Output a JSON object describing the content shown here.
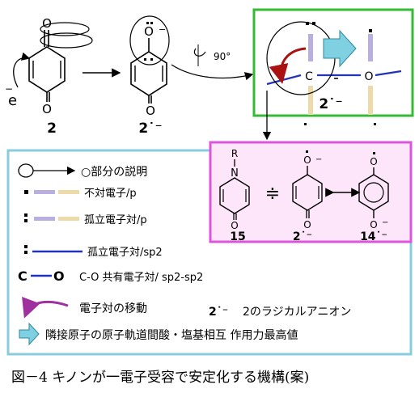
{
  "top": {
    "mol1_label": "2",
    "mol2_label": "2˙⁻",
    "mol3_label": "2˙⁻",
    "electron": "e",
    "electron_sign": "−",
    "rotation": "90°",
    "atom_O": "O",
    "atom_C": "C",
    "minus": "−"
  },
  "right": {
    "mol15_label": "15",
    "mol2_label": "2˙⁻",
    "mol14_label": "14˙⁻",
    "atom_R": "R",
    "atom_N": "N",
    "atom_O": "O",
    "approx": "≑"
  },
  "legend": {
    "circle_desc": "○部分の説明",
    "unpaired": "不対電子/p",
    "lone_pair_p": "孤立電子対/p",
    "lone_pair_sp2": "孤立電子対/sp2",
    "co_symbol_c": "C",
    "co_symbol_o": "O",
    "co_bond": "C-O 共有電子対/ sp2-sp2",
    "pair_move": "電子対の移動",
    "radical_symbol": "2˙⁻",
    "radical_anion": "2のラジカルアニオン",
    "orbital_interaction": "隣接原子の原子軌道間酸・塩基相互 作用力最高値"
  },
  "caption": "図－4 キノンが一電子受容で安定化する機構(案)",
  "colors": {
    "green_box": "#33bb33",
    "pink_box": "#dd55dd",
    "pink_fill": "#fde6fa",
    "blue_box": "#88ccdd",
    "lavender": "#b8aee0",
    "tan": "#eed9a8",
    "blue_line": "#2233bb",
    "arrow_red": "#aa1111",
    "arrow_purple": "#a030a0",
    "cyan_arrow": "#7fd0e0"
  }
}
